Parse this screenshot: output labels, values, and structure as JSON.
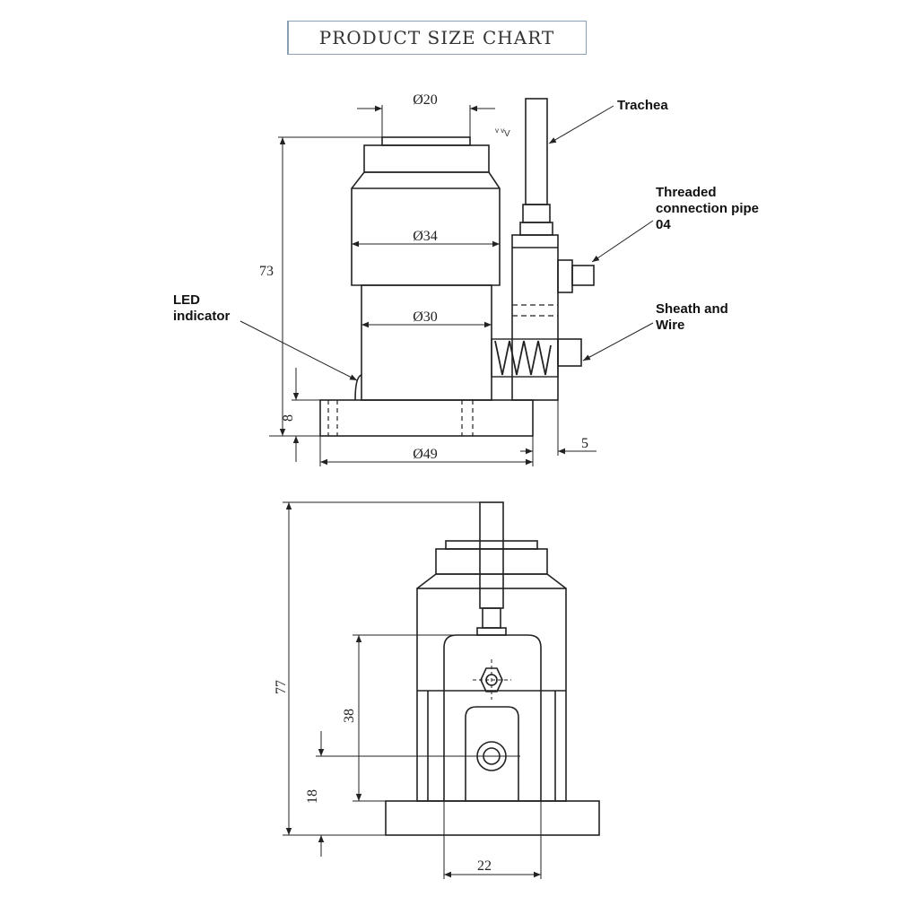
{
  "title": "PRODUCT SIZE CHART",
  "labels": {
    "trachea": "Trachea",
    "threaded_line1": "Threaded",
    "threaded_line2": "connection pipe",
    "threaded_line3": "04",
    "sheath_line1": "Sheath and",
    "sheath_line2": "Wire",
    "led_line1": "LED",
    "led_line2": "indicator"
  },
  "dimensions": {
    "d20": "Ø20",
    "d34": "Ø34",
    "d30": "Ø30",
    "d49": "Ø49",
    "h73": "73",
    "h8": "8",
    "w5": "5",
    "h77": "77",
    "h38": "38",
    "h18": "18",
    "w22": "22"
  }
}
